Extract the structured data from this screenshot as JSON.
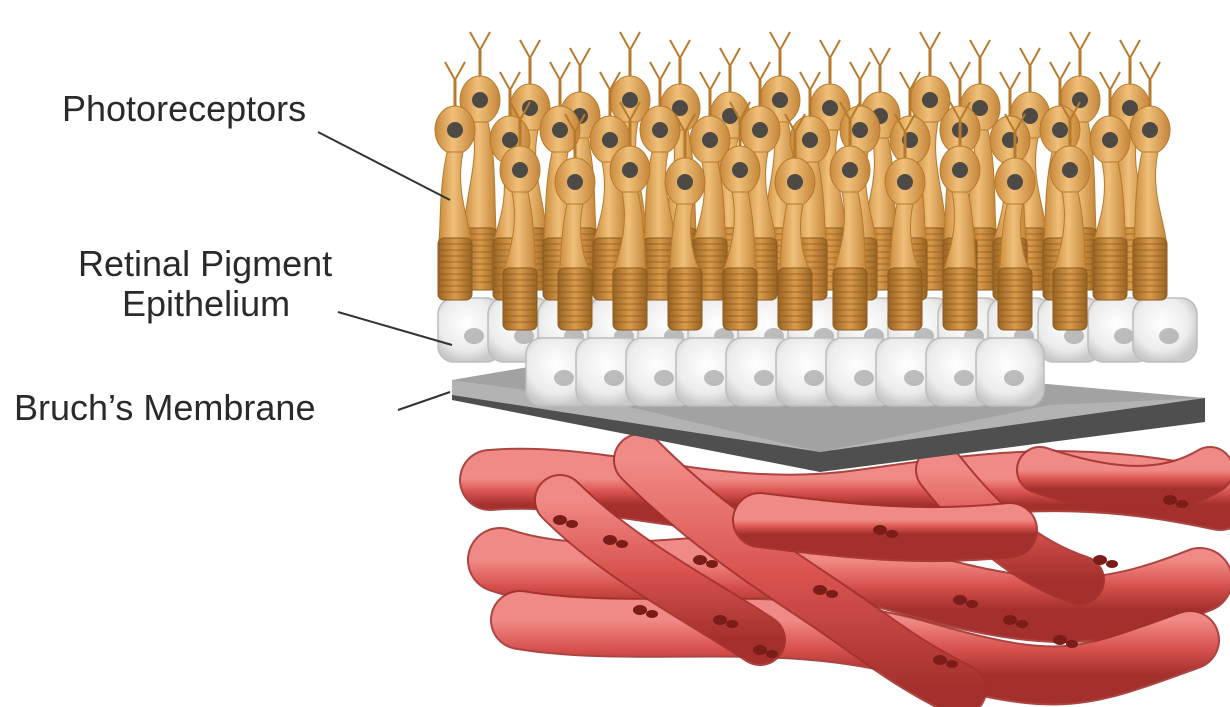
{
  "labels": {
    "photoreceptors": "Photoreceptors",
    "rpe_line1": "Retinal Pigment",
    "rpe_line2": "Epithelium",
    "bruch": "Bruch’s Membrane"
  },
  "colors": {
    "photoreceptor_body": "#e3a95a",
    "photoreceptor_dark": "#b77a2c",
    "nucleus": "#4d4a45",
    "rpe_cell": "#eeeeee",
    "membrane_top": "#a9a9a9",
    "membrane_edge": "#5a5a5a",
    "vessel": "#d9534f",
    "vessel_dark": "#a3302c",
    "label_text": "#2a2a2a",
    "leader_line": "#333333"
  }
}
